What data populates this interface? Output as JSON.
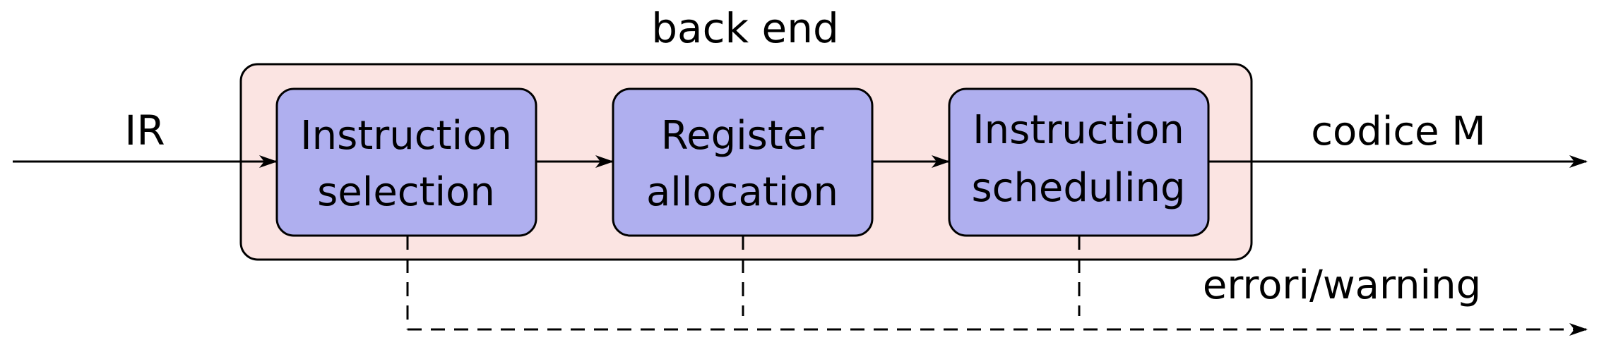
{
  "title": "back end",
  "input_label": "IR",
  "output_label": "codice M",
  "diagnostics_label": "errori/warning",
  "stages": [
    {
      "line1": "Instruction",
      "line2": "selection"
    },
    {
      "line1": "Register",
      "line2": "allocation"
    },
    {
      "line1": "Instruction",
      "line2": "scheduling"
    }
  ],
  "colors": {
    "container_fill": "#fbe4e2",
    "stage_fill": "#afafef",
    "stroke": "#000000"
  }
}
